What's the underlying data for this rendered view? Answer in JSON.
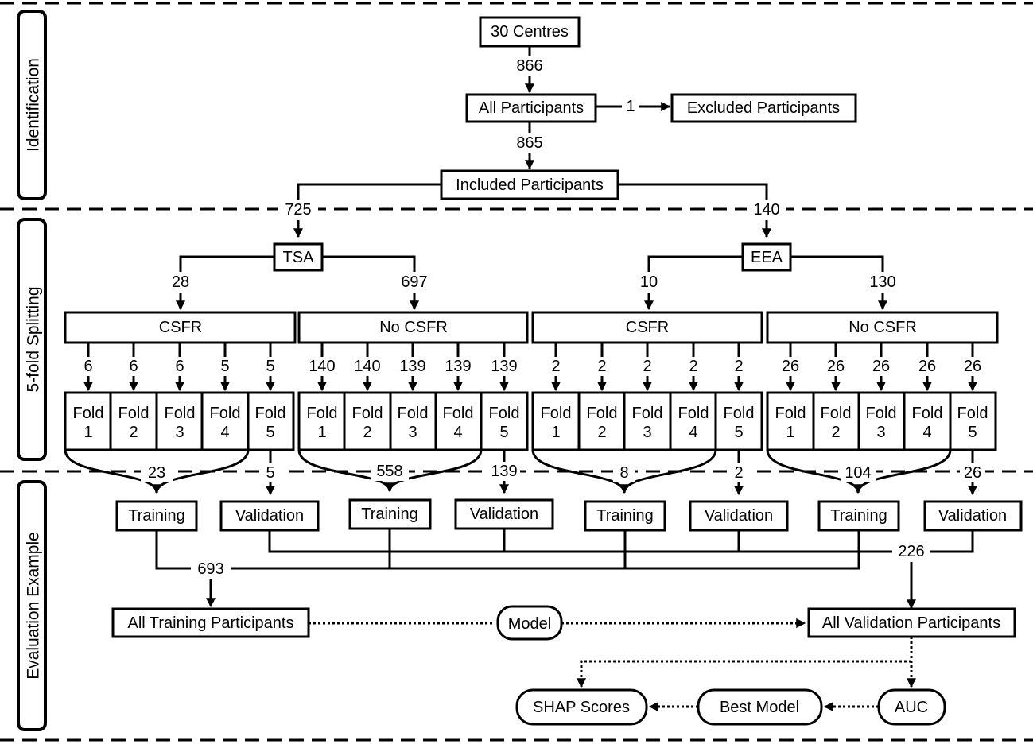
{
  "sections": {
    "identification": "Identification",
    "splitting": "5-fold Splitting",
    "evaluation": "Evaluation Example"
  },
  "nodes": {
    "centres": "30 Centres",
    "all_participants": "All Participants",
    "excluded": "Excluded Participants",
    "included": "Included Participants",
    "tsa": "TSA",
    "eea": "EEA",
    "csfr": "CSFR",
    "no_csfr": "No CSFR",
    "fold_word": "Fold",
    "training": "Training",
    "validation": "Validation",
    "all_training": "All Training Participants",
    "model": "Model",
    "all_validation": "All Validation Participants",
    "shap": "SHAP Scores",
    "best_model": "Best Model",
    "auc": "AUC"
  },
  "counts": {
    "centres_to_all": "866",
    "excluded": "1",
    "all_to_included": "865",
    "tsa": "725",
    "eea": "140",
    "tsa_csfr": "28",
    "tsa_no_csfr": "697",
    "eea_csfr": "10",
    "eea_no_csfr": "130",
    "total_training": "693",
    "total_validation": "226"
  },
  "groups": [
    {
      "folds": [
        "6",
        "6",
        "6",
        "5",
        "5"
      ],
      "fold_numbers": [
        "1",
        "2",
        "3",
        "4",
        "5"
      ],
      "training": "23",
      "validation": "5"
    },
    {
      "folds": [
        "140",
        "140",
        "139",
        "139",
        "139"
      ],
      "fold_numbers": [
        "1",
        "2",
        "3",
        "4",
        "5"
      ],
      "training": "558",
      "validation": "139"
    },
    {
      "folds": [
        "2",
        "2",
        "2",
        "2",
        "2"
      ],
      "fold_numbers": [
        "1",
        "2",
        "3",
        "4",
        "5"
      ],
      "training": "8",
      "validation": "2"
    },
    {
      "folds": [
        "26",
        "26",
        "26",
        "26",
        "26"
      ],
      "fold_numbers": [
        "1",
        "2",
        "3",
        "4",
        "5"
      ],
      "training": "104",
      "validation": "26"
    }
  ]
}
